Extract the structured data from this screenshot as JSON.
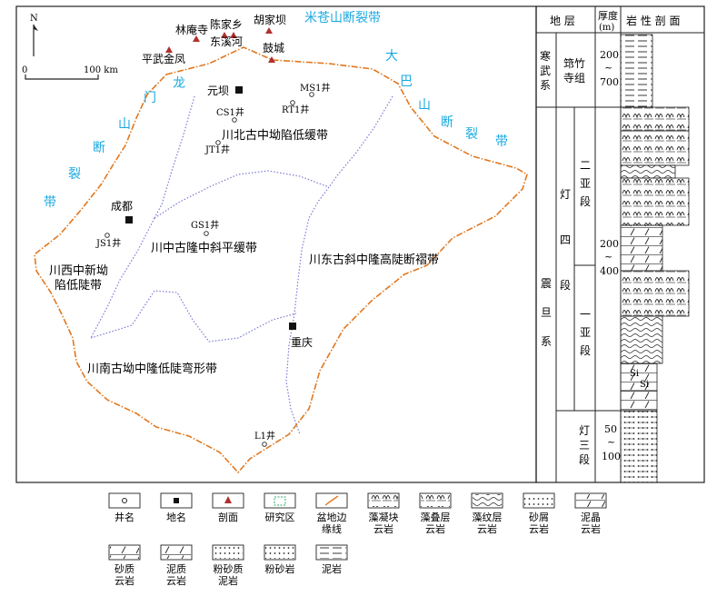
{
  "colors": {
    "basin_boundary": "#e07820",
    "unit_boundary": "#7a7ad6",
    "fault_label": "#18a8e0",
    "section_marker": "#b03030",
    "study_area": "#2aa86a",
    "frame": "#222222"
  },
  "map": {
    "north": "N",
    "scale": {
      "zero": "0",
      "end": "100 km"
    },
    "fault_labels": {
      "micang": "米苍山断裂带",
      "daba": [
        "大",
        "巴",
        "山",
        "断",
        "裂",
        "带"
      ],
      "longmen": [
        "门",
        "龙",
        "山",
        "断",
        "裂",
        "带"
      ]
    },
    "cities": {
      "yuanba": "元坝",
      "chengdu": "成都",
      "chongqing": "重庆"
    },
    "wells": {
      "ms1": "MS1井",
      "rt1": "RT1井",
      "cs1": "CS1井",
      "jt1": "JT1井",
      "gs1": "GS1井",
      "js1": "JS1井",
      "l1": "L1井"
    },
    "sections": {
      "hujiaba": "胡家坝",
      "chenjiaxiang": "陈家乡",
      "linansi": "林庵寺",
      "dongxihe": "东溪河",
      "gucheng": "鼓城",
      "pingwujinfeng": "平武金凤"
    },
    "units": {
      "north": "川北古中坳陷低缓带",
      "central": "川中古隆中斜平缓带",
      "east": "川东古斜中隆高陡断褶带",
      "west": [
        "川西中新坳",
        "陷低陡带"
      ],
      "south": "川南古坳中隆低陡弯形带"
    }
  },
  "column": {
    "headers": {
      "strata": "地 层",
      "thickness": [
        "厚度",
        "(m)"
      ],
      "lithology": "岩 性 剖 面"
    },
    "cambrian": {
      "system": [
        "寒",
        "武",
        "系"
      ],
      "formation": [
        "筇竹",
        "寺组"
      ],
      "thickness": [
        "200",
        "~",
        "700"
      ]
    },
    "sinian": {
      "system": [
        "震",
        "旦",
        "系"
      ]
    },
    "deng4": {
      "member": [
        "灯",
        "四",
        "段"
      ],
      "upper_sub": [
        "二",
        "亚",
        "段"
      ],
      "lower_sub": [
        "一",
        "亚",
        "段"
      ],
      "thickness": [
        "200",
        "~",
        "400"
      ]
    },
    "deng3": {
      "member": [
        "灯",
        "三",
        "段"
      ],
      "thickness": [
        "50",
        "~",
        "100"
      ]
    },
    "si_label": "Si"
  },
  "legend": [
    {
      "key": "well",
      "label": [
        "井名"
      ]
    },
    {
      "key": "city",
      "label": [
        "地名"
      ]
    },
    {
      "key": "section",
      "label": [
        "剖面"
      ]
    },
    {
      "key": "study",
      "label": [
        "研究区"
      ]
    },
    {
      "key": "boundary",
      "label": [
        "盆地边",
        "缘线"
      ]
    },
    {
      "key": "thrombolite",
      "label": [
        "藻凝块",
        "云岩"
      ]
    },
    {
      "key": "stromatolite",
      "label": [
        "藻叠层",
        "云岩"
      ]
    },
    {
      "key": "laminite",
      "label": [
        "藻纹层",
        "云岩"
      ]
    },
    {
      "key": "grainstone",
      "label": [
        "砂屑",
        "云岩"
      ]
    },
    {
      "key": "micrite",
      "label": [
        "泥晶",
        "云岩"
      ]
    },
    {
      "key": "sandydolo",
      "label": [
        "砂质",
        "云岩"
      ]
    },
    {
      "key": "argdolo",
      "label": [
        "泥质",
        "云岩"
      ]
    },
    {
      "key": "siltmud",
      "label": [
        "粉砂质",
        "泥岩"
      ]
    },
    {
      "key": "siltstone",
      "label": [
        "粉砂岩"
      ]
    },
    {
      "key": "mudstone",
      "label": [
        "泥岩"
      ]
    }
  ]
}
